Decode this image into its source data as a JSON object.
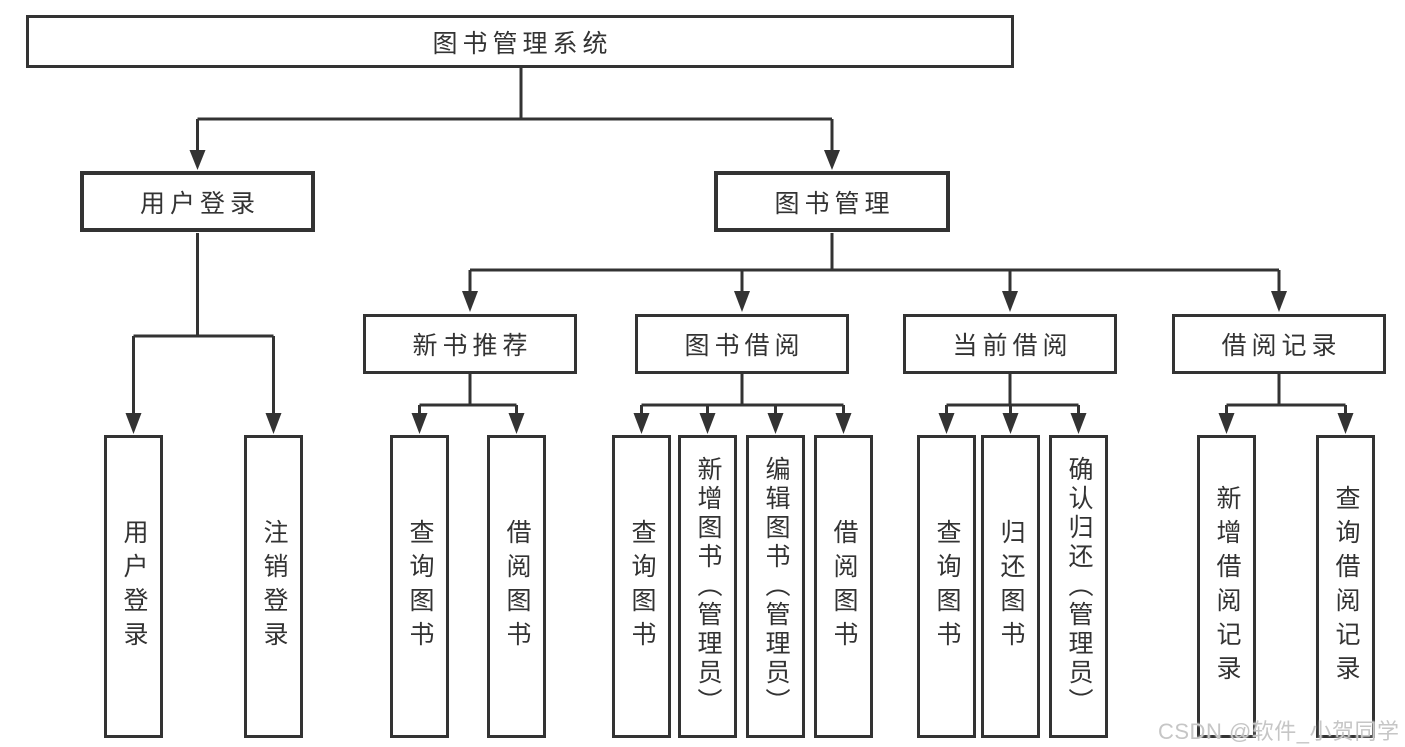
{
  "diagram": {
    "title": "图书管理系统",
    "user_login": {
      "label": "用户登录",
      "children": {
        "login": "用户登录",
        "logout": "注销登录"
      }
    },
    "book_mgmt": {
      "label": "图书管理",
      "sections": {
        "new_books": {
          "label": "新书推荐",
          "children": {
            "query": "查询图书",
            "borrow": "借阅图书"
          }
        },
        "borrowing": {
          "label": "图书借阅",
          "children": {
            "query": "查询图书",
            "add": "新增图书（管理员）",
            "edit": "编辑图书（管理员）",
            "borrow": "借阅图书"
          }
        },
        "current": {
          "label": "当前借阅",
          "children": {
            "query": "查询图书",
            "return": "归还图书",
            "confirm": "确认归还（管理员）"
          }
        },
        "records": {
          "label": "借阅记录",
          "children": {
            "add": "新增借阅记录",
            "query": "查询借阅记录"
          }
        }
      }
    }
  },
  "colors": {
    "line": "#333333",
    "box_background": "#ffffff",
    "text": "#333333",
    "watermark": "#c6c6c6"
  },
  "watermark": {
    "text": "CSDN @软件_小贺同学"
  }
}
